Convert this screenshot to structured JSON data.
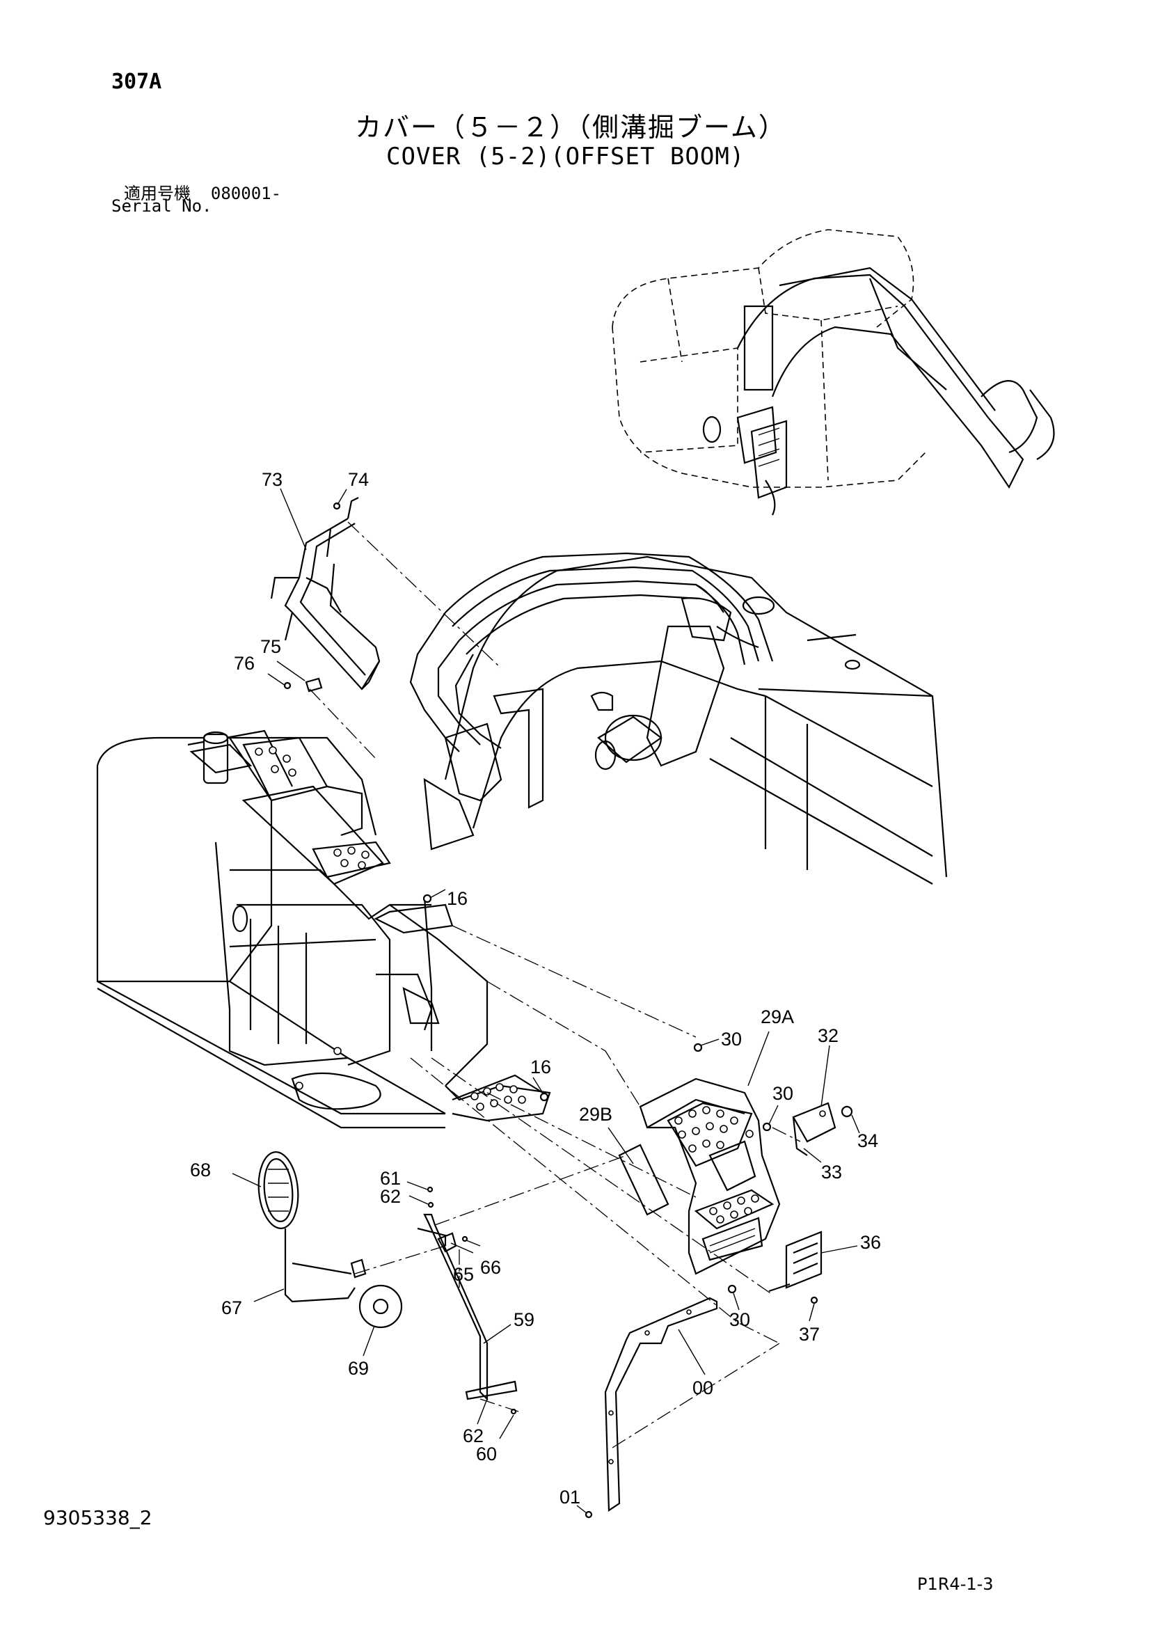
{
  "header": {
    "page_code": "307A",
    "title_jp": "カバー（５－２）（側溝掘ブーム）",
    "title_en": "COVER (5-2)(OFFSET BOOM)",
    "serial_label_jp": "適用号機",
    "serial_from": "080001-",
    "serial_label_en": "Serial No."
  },
  "footer": {
    "doc_number": "9305338_2",
    "page_ref": "P1R4-1-3"
  },
  "callouts": {
    "c73": "73",
    "c74": "74",
    "c75": "75",
    "c76": "76",
    "c16a": "16",
    "c16b": "16",
    "c29A": "29A",
    "c30a": "30",
    "c30b": "30",
    "c30c": "30",
    "c32": "32",
    "c34": "34",
    "c33": "33",
    "c29B": "29B",
    "c36": "36",
    "c37": "37",
    "c68": "68",
    "c61": "61",
    "c62a": "62",
    "c66": "66",
    "c65": "65",
    "c67": "67",
    "c59": "59",
    "c69": "69",
    "c00": "00",
    "c62b": "62",
    "c60": "60",
    "c01": "01"
  }
}
